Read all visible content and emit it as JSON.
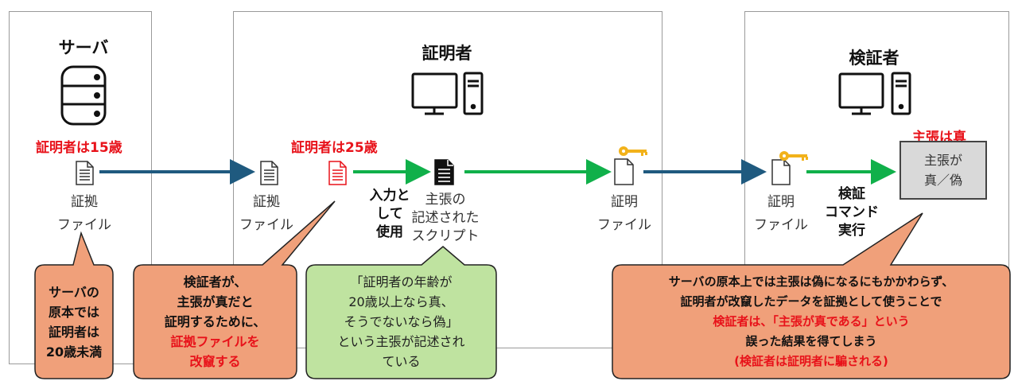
{
  "server": {
    "title": "サーバ",
    "age_note": "証明者は15歳",
    "file_line1": "証拠",
    "file_line2": "ファイル",
    "bubble": [
      "サーバの",
      "原本では",
      "証明者は",
      "20歳未満"
    ]
  },
  "prover": {
    "title": "証明者",
    "age_note": "証明者は25歳",
    "file_line1": "証拠",
    "file_line2": "ファイル",
    "input_label": [
      "入力と",
      "して",
      "使用"
    ],
    "script_label": [
      "主張の",
      "記述された",
      "スクリプト"
    ],
    "proof_line1": "証明",
    "proof_line2": "ファイル",
    "bubble_tamper": {
      "lines": [
        "検証者が、",
        "主張が真だと",
        "証明するために、"
      ],
      "emph_lines": [
        "証拠ファイルを",
        "改竄する"
      ]
    },
    "bubble_script": [
      "「証明者の年齢が",
      "20歳以上なら真、",
      "そうでないなら偽」",
      "という主張が記述され",
      "ている"
    ]
  },
  "verifier": {
    "title": "検証者",
    "result_note": "主張は真",
    "proof_line1": "証明",
    "proof_line2": "ファイル",
    "command_label": [
      "検証",
      "コマンド",
      "実行"
    ],
    "result_line1": "主張が",
    "result_line2": "真／偽"
  },
  "conclusion": {
    "lines": [
      "サーバの原本上では主張は偽になるにもかかわらず、",
      "証明者が改竄したデータを証拠として使うことで"
    ],
    "emph_lines": [
      "検証者は、「主張が真である」という"
    ],
    "lines2": [
      "誤った結果を得てしまう"
    ],
    "emph_lines2": [
      "(検証者は証明者に騙される)"
    ]
  },
  "colors": {
    "panel_border": "#9a9a9a",
    "arrow_blue": "#1f5a7f",
    "arrow_green": "#10b04a",
    "key_gold": "#f2b21a",
    "bubble_orange": "#f0a07a",
    "bubble_green": "#bfe3a0",
    "highlight_red": "#e8121a",
    "verdict_gray": "#d9d9d9"
  }
}
